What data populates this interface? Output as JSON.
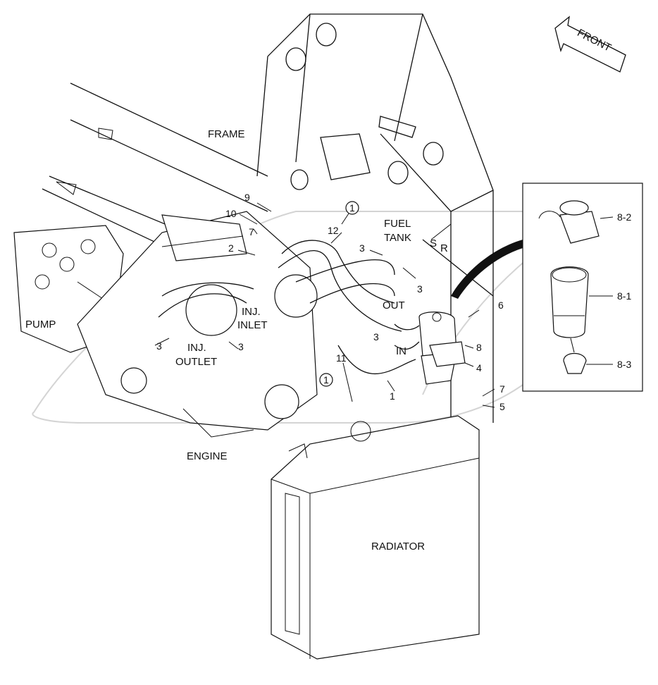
{
  "direction": {
    "label": "FRONT"
  },
  "labels": {
    "frame": "FRAME",
    "pump": "PUMP",
    "engine": "ENGINE",
    "radiator": "RADIATOR",
    "fuel_tank_1": "FUEL",
    "fuel_tank_2": "TANK",
    "inj_inlet_1": "INJ.",
    "inj_inlet_2": "INLET",
    "inj_outlet_1": "INJ.",
    "inj_outlet_2": "OUTLET",
    "out": "OUT",
    "in": "IN",
    "s": "S",
    "r": "R"
  },
  "callouts": {
    "c1": "1",
    "c1b": "1",
    "c1c": "1",
    "c2": "2",
    "c3a": "3",
    "c3b": "3",
    "c3c": "3",
    "c3d": "3",
    "c3e": "3",
    "c4": "4",
    "c5": "5",
    "c6": "6",
    "c7a": "7",
    "c7b": "7",
    "c8": "8",
    "c9": "9",
    "c10": "10",
    "c11": "11",
    "c12": "12",
    "c8_1": "8-1",
    "c8_2": "8-2",
    "c8_3": "8-3"
  }
}
